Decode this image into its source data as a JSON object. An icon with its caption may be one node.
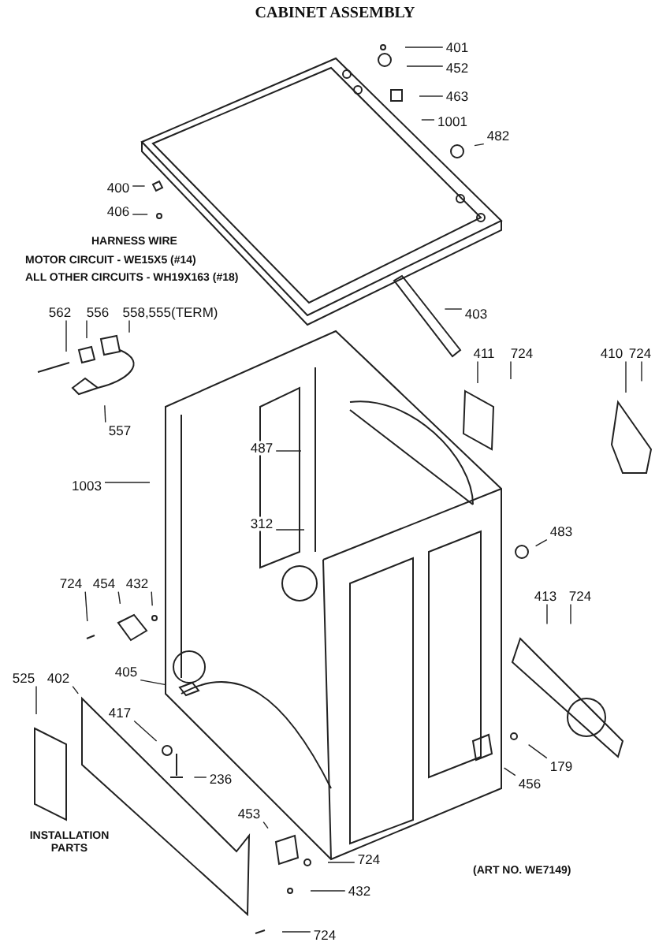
{
  "diagram": {
    "title": "CABINET ASSEMBLY",
    "nodes": [
      {
        "text": [
          "401"
        ]
      },
      {
        "text": [
          "452"
        ]
      },
      {
        "text": [
          "463"
        ]
      },
      {
        "text": [
          "1001"
        ]
      },
      {
        "text": [
          "482"
        ]
      },
      {
        "text": [
          "400"
        ]
      },
      {
        "text": [
          "406"
        ]
      },
      {
        "text": [
          "562"
        ]
      },
      {
        "text": [
          "556"
        ]
      },
      {
        "text": [
          "558,555(TERM)"
        ]
      },
      {
        "text": [
          "557"
        ]
      },
      {
        "text": [
          "403"
        ]
      },
      {
        "text": [
          "411"
        ]
      },
      {
        "text": [
          "724"
        ]
      },
      {
        "text": [
          "410"
        ]
      },
      {
        "text": [
          "724"
        ]
      },
      {
        "text": [
          "487"
        ]
      },
      {
        "text": [
          "1003"
        ]
      },
      {
        "text": [
          "312"
        ]
      },
      {
        "text": [
          "483"
        ]
      },
      {
        "text": [
          "724"
        ]
      },
      {
        "text": [
          "454"
        ]
      },
      {
        "text": [
          "432"
        ]
      },
      {
        "text": [
          "413"
        ]
      },
      {
        "text": [
          "724"
        ]
      },
      {
        "text": [
          "525"
        ]
      },
      {
        "text": [
          "402"
        ]
      },
      {
        "text": [
          "405"
        ]
      },
      {
        "text": [
          "417"
        ]
      },
      {
        "text": [
          "236"
        ]
      },
      {
        "text": [
          "179"
        ]
      },
      {
        "text": [
          "456"
        ]
      },
      {
        "text": [
          "453"
        ]
      },
      {
        "text": [
          "724"
        ]
      },
      {
        "text": [
          "432"
        ]
      },
      {
        "text": [
          "724"
        ]
      }
    ],
    "edges": [
      {
        "from": 0,
        "to": null,
        "arrow": "none"
      },
      {
        "from": 1,
        "to": null,
        "arrow": "none"
      },
      {
        "from": 2,
        "to": null,
        "arrow": "none"
      },
      {
        "from": 3,
        "to": null,
        "arrow": "none"
      },
      {
        "from": 4,
        "to": null,
        "arrow": "none"
      },
      {
        "from": 5,
        "to": null,
        "arrow": "none"
      },
      {
        "from": 6,
        "to": null,
        "arrow": "none"
      },
      {
        "from": 7,
        "to": null,
        "arrow": "none"
      },
      {
        "from": 8,
        "to": null,
        "arrow": "none"
      },
      {
        "from": 9,
        "to": null,
        "arrow": "none"
      },
      {
        "from": 10,
        "to": null,
        "arrow": "none"
      },
      {
        "from": 11,
        "to": null,
        "arrow": "none"
      },
      {
        "from": 12,
        "to": null,
        "arrow": "none"
      },
      {
        "from": 13,
        "to": null,
        "arrow": "none"
      },
      {
        "from": 14,
        "to": null,
        "arrow": "none"
      },
      {
        "from": 15,
        "to": null,
        "arrow": "none"
      },
      {
        "from": 16,
        "to": null,
        "arrow": "none"
      },
      {
        "from": 17,
        "to": null,
        "arrow": "none"
      },
      {
        "from": 18,
        "to": null,
        "arrow": "none"
      },
      {
        "from": 19,
        "to": null,
        "arrow": "none"
      },
      {
        "from": 20,
        "to": null,
        "arrow": "none"
      },
      {
        "from": 21,
        "to": null,
        "arrow": "none"
      },
      {
        "from": 22,
        "to": null,
        "arrow": "none"
      },
      {
        "from": 23,
        "to": null,
        "arrow": "none"
      },
      {
        "from": 24,
        "to": null,
        "arrow": "none"
      },
      {
        "from": 25,
        "to": null,
        "arrow": "none"
      },
      {
        "from": 26,
        "to": null,
        "arrow": "none"
      },
      {
        "from": 27,
        "to": null,
        "arrow": "none"
      },
      {
        "from": 28,
        "to": null,
        "arrow": "none"
      },
      {
        "from": 29,
        "to": null,
        "arrow": "none"
      },
      {
        "from": 30,
        "to": null,
        "arrow": "none"
      },
      {
        "from": 31,
        "to": null,
        "arrow": "none"
      },
      {
        "from": 32,
        "to": null,
        "arrow": "none"
      },
      {
        "from": 33,
        "to": null,
        "arrow": "none"
      },
      {
        "from": 34,
        "to": null,
        "arrow": "none"
      },
      {
        "from": 35,
        "to": null,
        "arrow": "none"
      }
    ],
    "labels": [
      "HARNESS WIRE",
      "MOTOR CIRCUIT - WE15X5 (#14)",
      "ALL OTHER CIRCUITS - WH19X163 (#18)",
      "INSTALLATION PARTS",
      "(ART NO. WE7149)"
    ]
  }
}
